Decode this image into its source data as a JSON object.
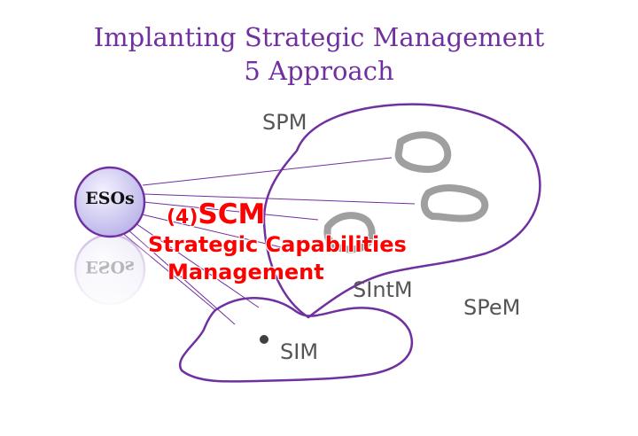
{
  "title_line1": "Implanting Strategic Management",
  "title_line2": "5 Approach",
  "node_label": "ESOs",
  "node_reflection": "ESOs",
  "labels": {
    "spm": "SPM",
    "sintm": "SIntM",
    "spem": "SPeM",
    "sim": "SIM"
  },
  "highlight": {
    "prefix": "(4)",
    "code": "SCM",
    "line2": "Strategic Capabilities",
    "line3": "Management"
  },
  "colors": {
    "title": "#7030a0",
    "outline": "#7030a0",
    "highlight": "#ff0000",
    "node_fill": "#d8d4f4"
  }
}
